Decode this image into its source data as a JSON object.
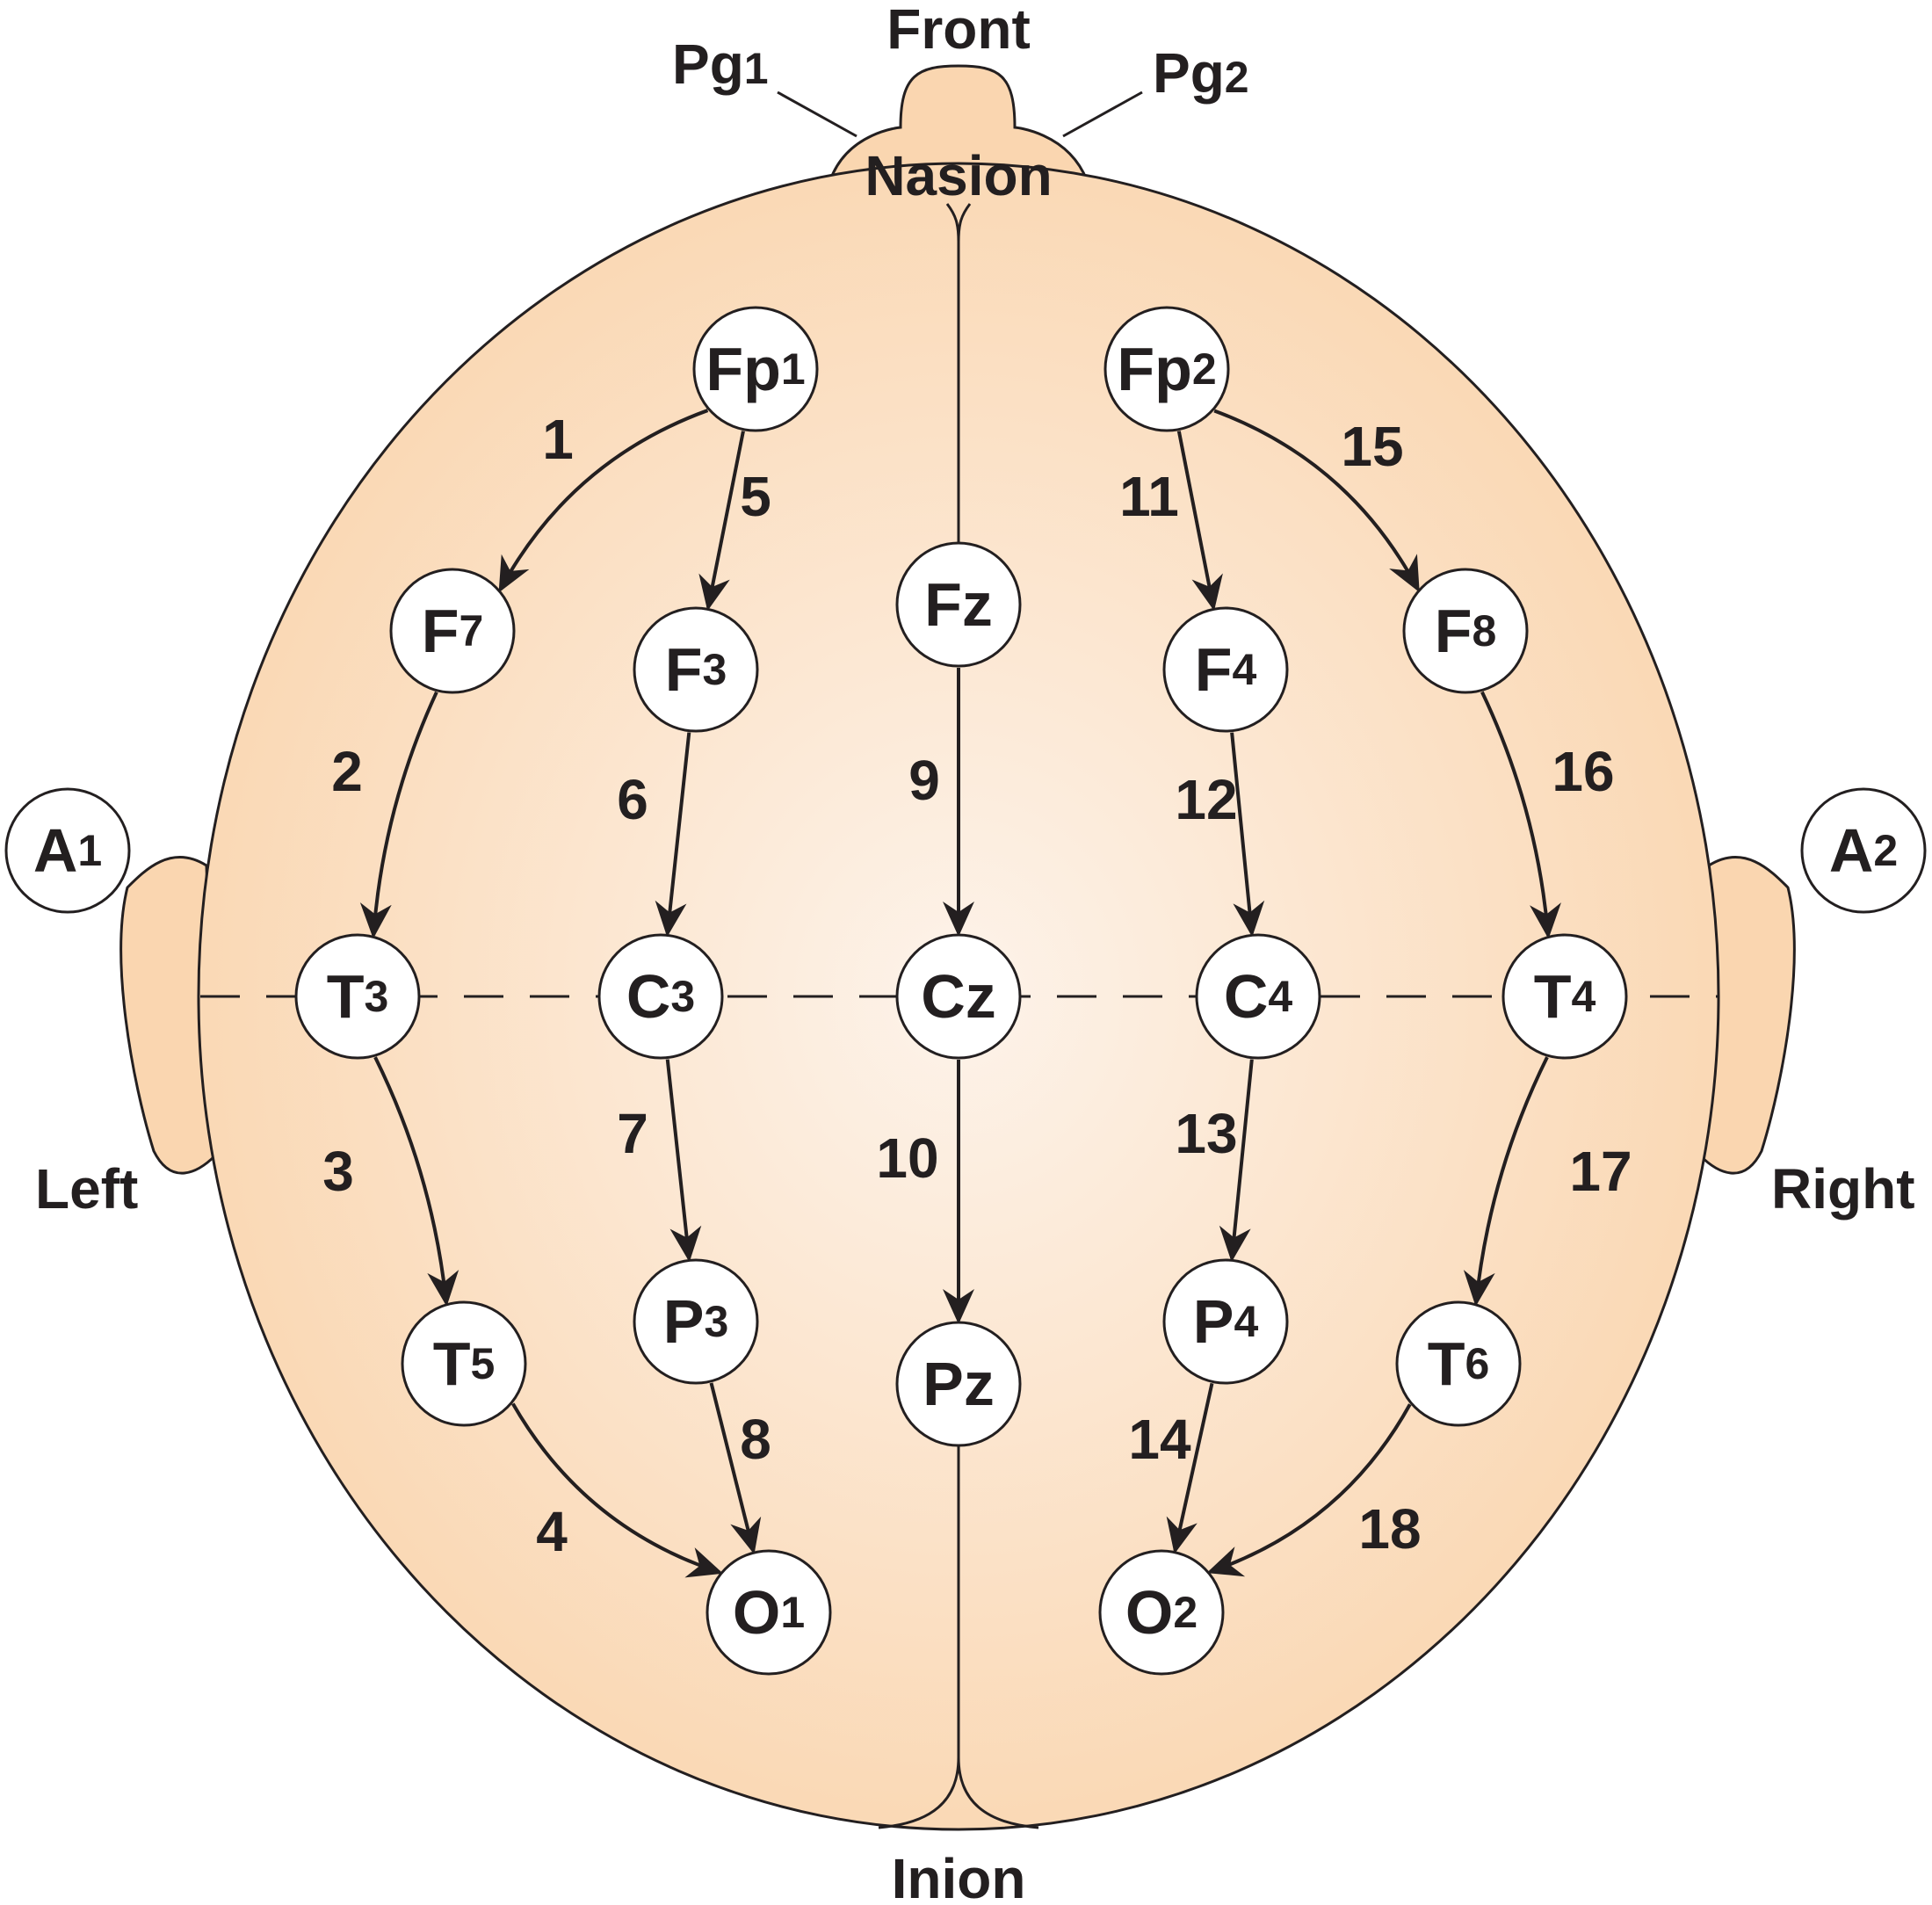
{
  "labels": {
    "front": "Front",
    "nasion": "Nasion",
    "inion": "Inion",
    "left": "Left",
    "right": "Right",
    "pg1": {
      "base": "Pg",
      "sub": "1"
    },
    "pg2": {
      "base": "Pg",
      "sub": "2"
    }
  },
  "electrodes": [
    {
      "id": "fp1",
      "base": "Fp",
      "sub": "1"
    },
    {
      "id": "fp2",
      "base": "Fp",
      "sub": "2"
    },
    {
      "id": "f7",
      "base": "F",
      "sub": "7"
    },
    {
      "id": "f3",
      "base": "F",
      "sub": "3"
    },
    {
      "id": "fz",
      "base": "Fz",
      "sub": ""
    },
    {
      "id": "f4",
      "base": "F",
      "sub": "4"
    },
    {
      "id": "f8",
      "base": "F",
      "sub": "8"
    },
    {
      "id": "a1",
      "base": "A",
      "sub": "1"
    },
    {
      "id": "a2",
      "base": "A",
      "sub": "2"
    },
    {
      "id": "t3",
      "base": "T",
      "sub": "3"
    },
    {
      "id": "c3",
      "base": "C",
      "sub": "3"
    },
    {
      "id": "cz",
      "base": "Cz",
      "sub": ""
    },
    {
      "id": "c4",
      "base": "C",
      "sub": "4"
    },
    {
      "id": "t4",
      "base": "T",
      "sub": "4"
    },
    {
      "id": "t5",
      "base": "T",
      "sub": "5"
    },
    {
      "id": "p3",
      "base": "P",
      "sub": "3"
    },
    {
      "id": "pz",
      "base": "Pz",
      "sub": ""
    },
    {
      "id": "p4",
      "base": "P",
      "sub": "4"
    },
    {
      "id": "t6",
      "base": "T",
      "sub": "6"
    },
    {
      "id": "o1",
      "base": "O",
      "sub": "1"
    },
    {
      "id": "o2",
      "base": "O",
      "sub": "2"
    }
  ],
  "channels": [
    {
      "number": "1",
      "from": "fp1",
      "to": "f7"
    },
    {
      "number": "2",
      "from": "f7",
      "to": "t3"
    },
    {
      "number": "3",
      "from": "t3",
      "to": "t5"
    },
    {
      "number": "4",
      "from": "t5",
      "to": "o1"
    },
    {
      "number": "5",
      "from": "fp1",
      "to": "f3"
    },
    {
      "number": "6",
      "from": "f3",
      "to": "c3"
    },
    {
      "number": "7",
      "from": "c3",
      "to": "p3"
    },
    {
      "number": "8",
      "from": "p3",
      "to": "o1"
    },
    {
      "number": "9",
      "from": "fz",
      "to": "cz"
    },
    {
      "number": "10",
      "from": "cz",
      "to": "pz"
    },
    {
      "number": "11",
      "from": "fp2",
      "to": "f4"
    },
    {
      "number": "12",
      "from": "f4",
      "to": "c4"
    },
    {
      "number": "13",
      "from": "c4",
      "to": "p4"
    },
    {
      "number": "14",
      "from": "p4",
      "to": "o2"
    },
    {
      "number": "15",
      "from": "fp2",
      "to": "f8"
    },
    {
      "number": "16",
      "from": "f8",
      "to": "t4"
    },
    {
      "number": "17",
      "from": "t4",
      "to": "t6"
    },
    {
      "number": "18",
      "from": "t6",
      "to": "o2"
    }
  ]
}
